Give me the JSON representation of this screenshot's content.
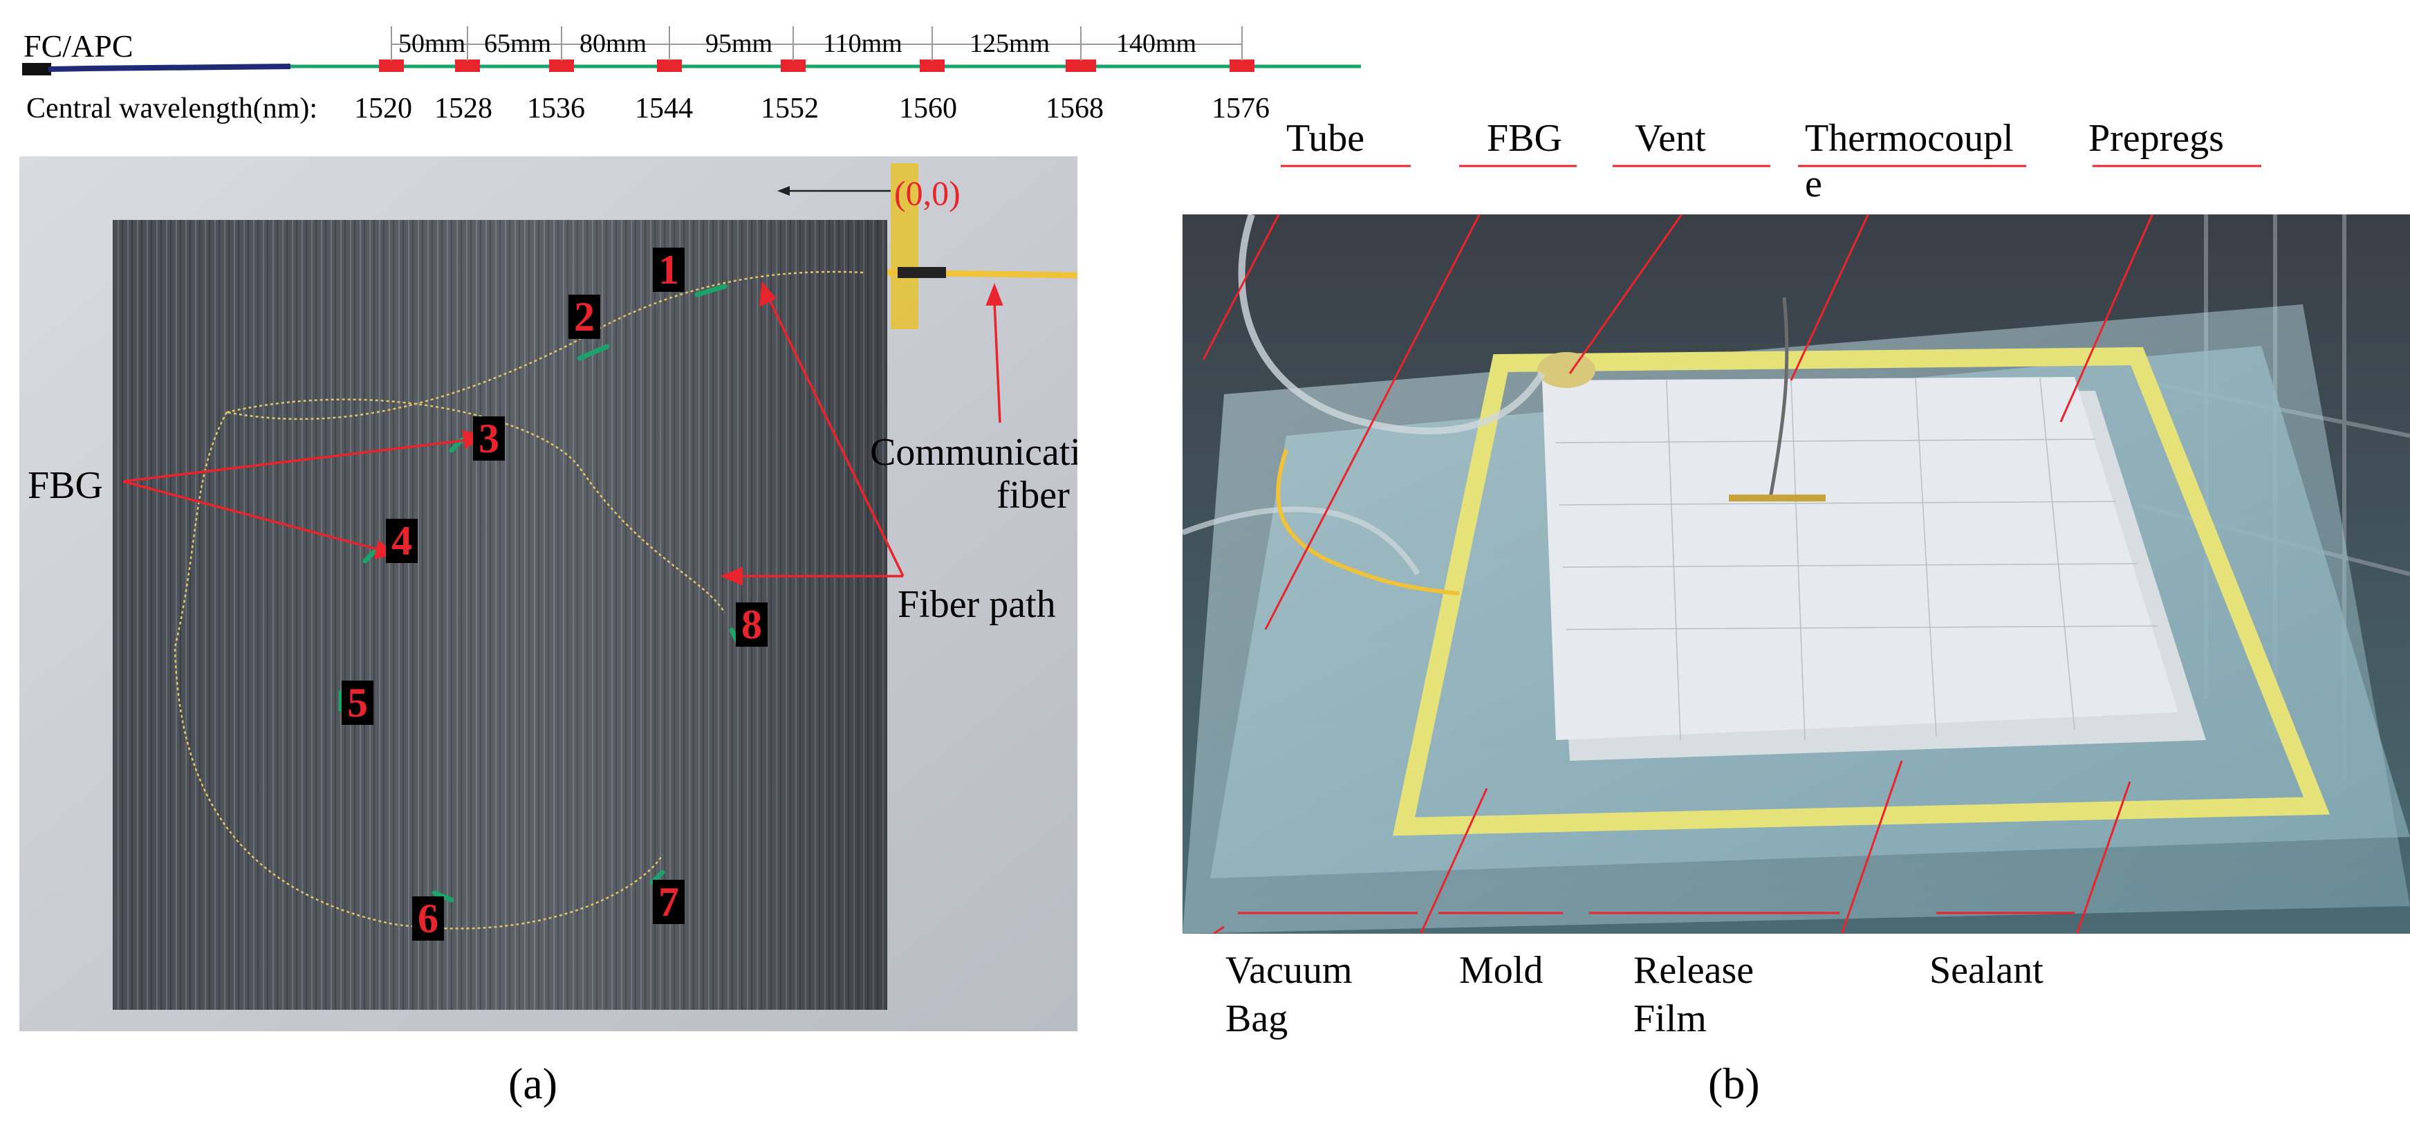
{
  "fiber_strip": {
    "connector_label": "FC/APC",
    "wavelength_prefix": "Central wavelength(nm):",
    "wavelengths": [
      "1520",
      "1528",
      "1536",
      "1544",
      "1552",
      "1560",
      "1568",
      "1576"
    ],
    "spacings": [
      "50mm",
      "65mm",
      "80mm",
      "95mm",
      "110mm",
      "125mm",
      "140mm"
    ],
    "colors": {
      "cable": "#1f2a78",
      "fiber": "#1aa36a",
      "grating": "#e8242c"
    }
  },
  "panel_a": {
    "caption": "(a)",
    "origin_label": "(0,0)",
    "fbg_label": "FBG",
    "communication_fiber_label_line1": "Communication",
    "communication_fiber_label_line2": "fiber",
    "fiber_path_label": "Fiber path",
    "grating_numbers": [
      "1",
      "2",
      "3",
      "4",
      "5",
      "6",
      "7",
      "8"
    ],
    "colors": {
      "arrow": "#e8242c",
      "tag_text": "#e8242c",
      "grating_mark": "#1aa36a",
      "fiber": "#e3c565"
    }
  },
  "panel_b": {
    "caption": "(b)",
    "labels": {
      "tube": "Tube",
      "fbg": "FBG",
      "vent": "Vent",
      "thermocouple_line1": "Thermocoupl",
      "thermocouple_line2": "e",
      "prepregs": "Prepregs",
      "vacuum_bag_line1": "Vacuum",
      "vacuum_bag_line2": "Bag",
      "mold": "Mold",
      "release_film_line1": "Release",
      "release_film_line2": "Film",
      "sealant": "Sealant"
    },
    "colors": {
      "leader": "#e8242c",
      "sealant": "#e6e27a"
    }
  }
}
